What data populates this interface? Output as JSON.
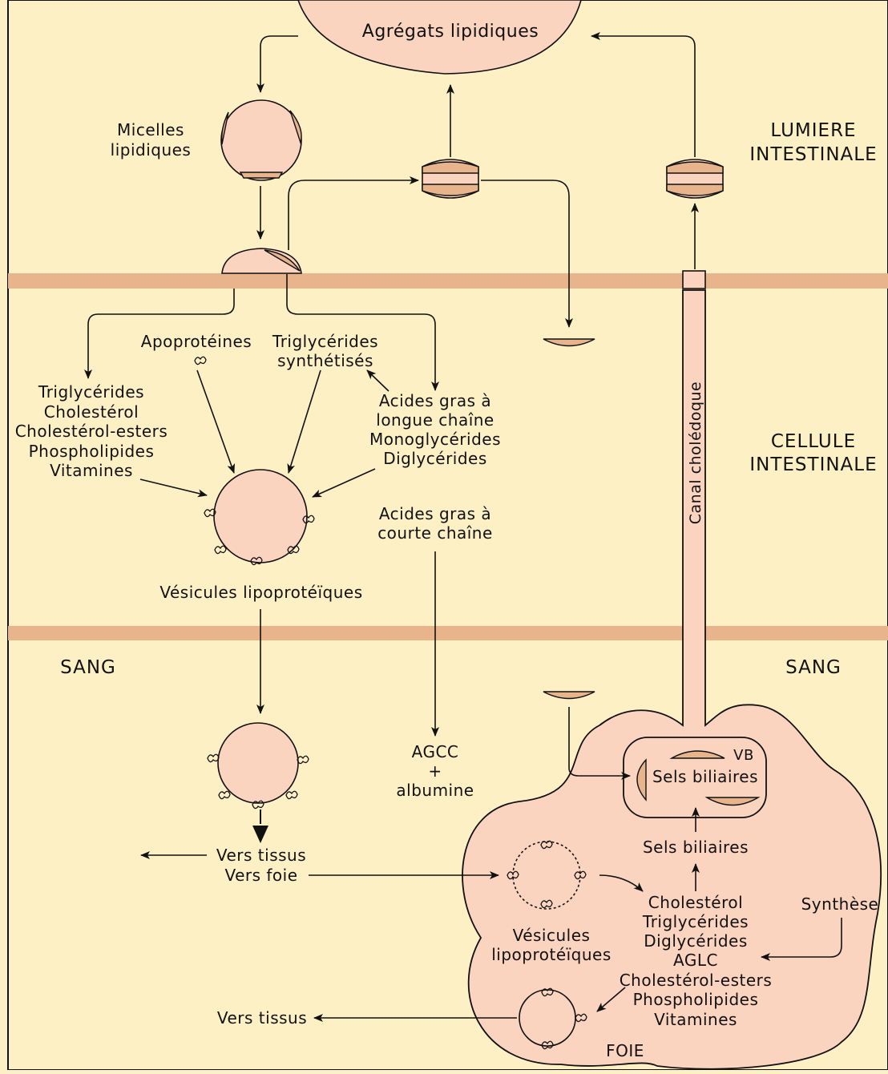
{
  "zones": {
    "lumen": [
      "LUMIERE",
      "INTESTINALE"
    ],
    "cell": [
      "CELLULE",
      "INTESTINALE"
    ],
    "blood_left": "SANG",
    "blood_right": "SANG",
    "liver": "FOIE"
  },
  "lumen": {
    "aggregates": "Agrégats lipidiques",
    "micelles": [
      "Micelles",
      "lipidiques"
    ]
  },
  "cell": {
    "apoproteins": "Apoprotéines",
    "synthesized_tg": [
      "Triglycérides",
      "synthétisés"
    ],
    "direct_list": [
      "Triglycérides",
      "Cholestérol",
      "Cholestérol-esters",
      "Phospholipides",
      "Vitamines"
    ],
    "long_chain": [
      "Acides gras à",
      "longue chaîne",
      "Monoglycérides",
      "Diglycérides"
    ],
    "short_chain": [
      "Acides gras à",
      "courte chaîne"
    ],
    "vesicles": "Vésicules lipoprotéïques",
    "bile_duct": "Canal cholédoque"
  },
  "blood": {
    "agcc": [
      "AGCC",
      "+",
      "albumine"
    ],
    "destinations": [
      "Vers tissus",
      "Vers foie"
    ]
  },
  "liver": {
    "gallbladder": "VB",
    "bile_salts_vb": "Sels biliaires",
    "bile_salts": "Sels biliaires",
    "synthesis": "Synthèse",
    "lipid_list": [
      "Cholestérol",
      "Triglycérides",
      "Diglycérides",
      "AGLC",
      "Cholestérol-esters",
      "Phospholipides",
      "Vitamines"
    ],
    "vesicles": [
      "Vésicules",
      "lipoprotéïques"
    ],
    "to_tissues": "Vers tissus"
  },
  "colors": {
    "background": "#fdf0c4",
    "membrane": "#e8b48c",
    "cell_fill": "#fbd4c0",
    "outline": "#111111"
  }
}
